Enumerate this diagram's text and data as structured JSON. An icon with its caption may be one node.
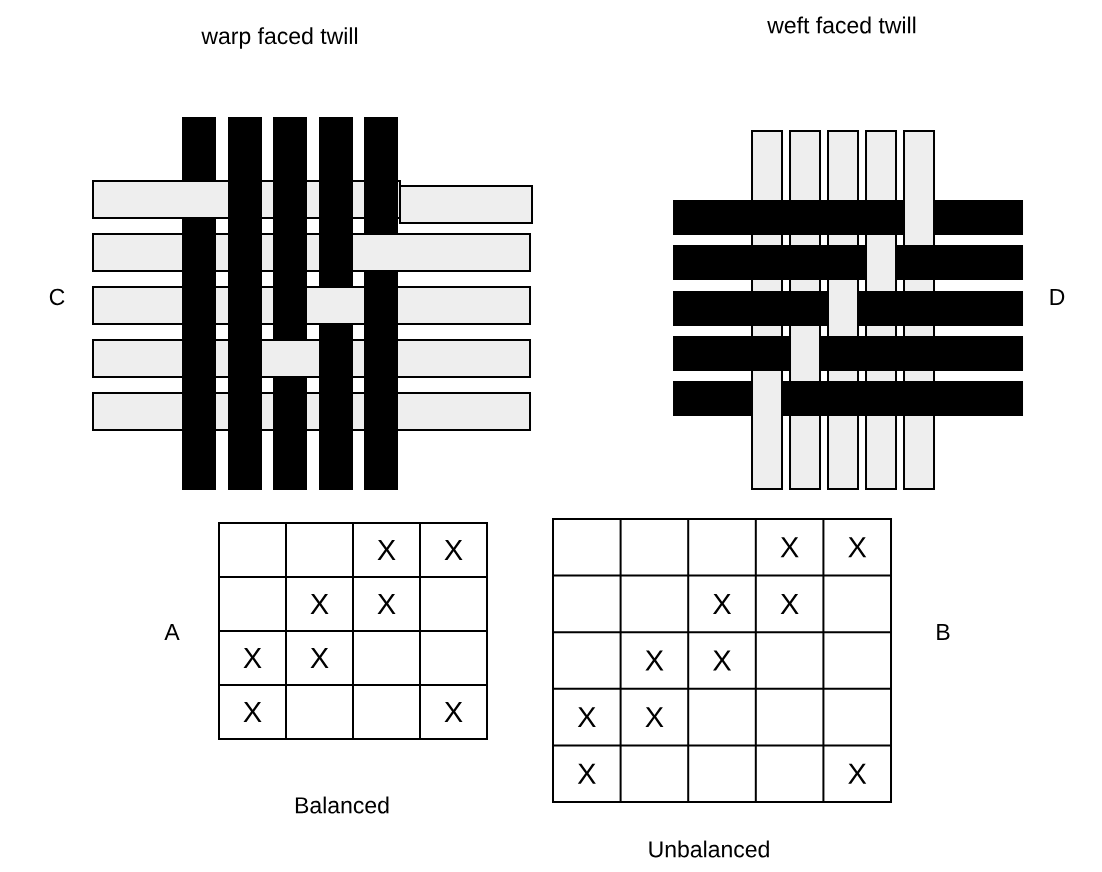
{
  "diagram": {
    "labels": [
      "warp faced twill",
      "weft faced twill",
      "C",
      "D",
      "A",
      "B",
      "X",
      "X",
      "X",
      "X",
      "X",
      "X",
      "X",
      "X",
      "X",
      "X",
      "X",
      "X",
      "X",
      "X",
      "X",
      "X",
      "X",
      "X",
      "Balanced",
      "Unbalanced"
    ]
  }
}
